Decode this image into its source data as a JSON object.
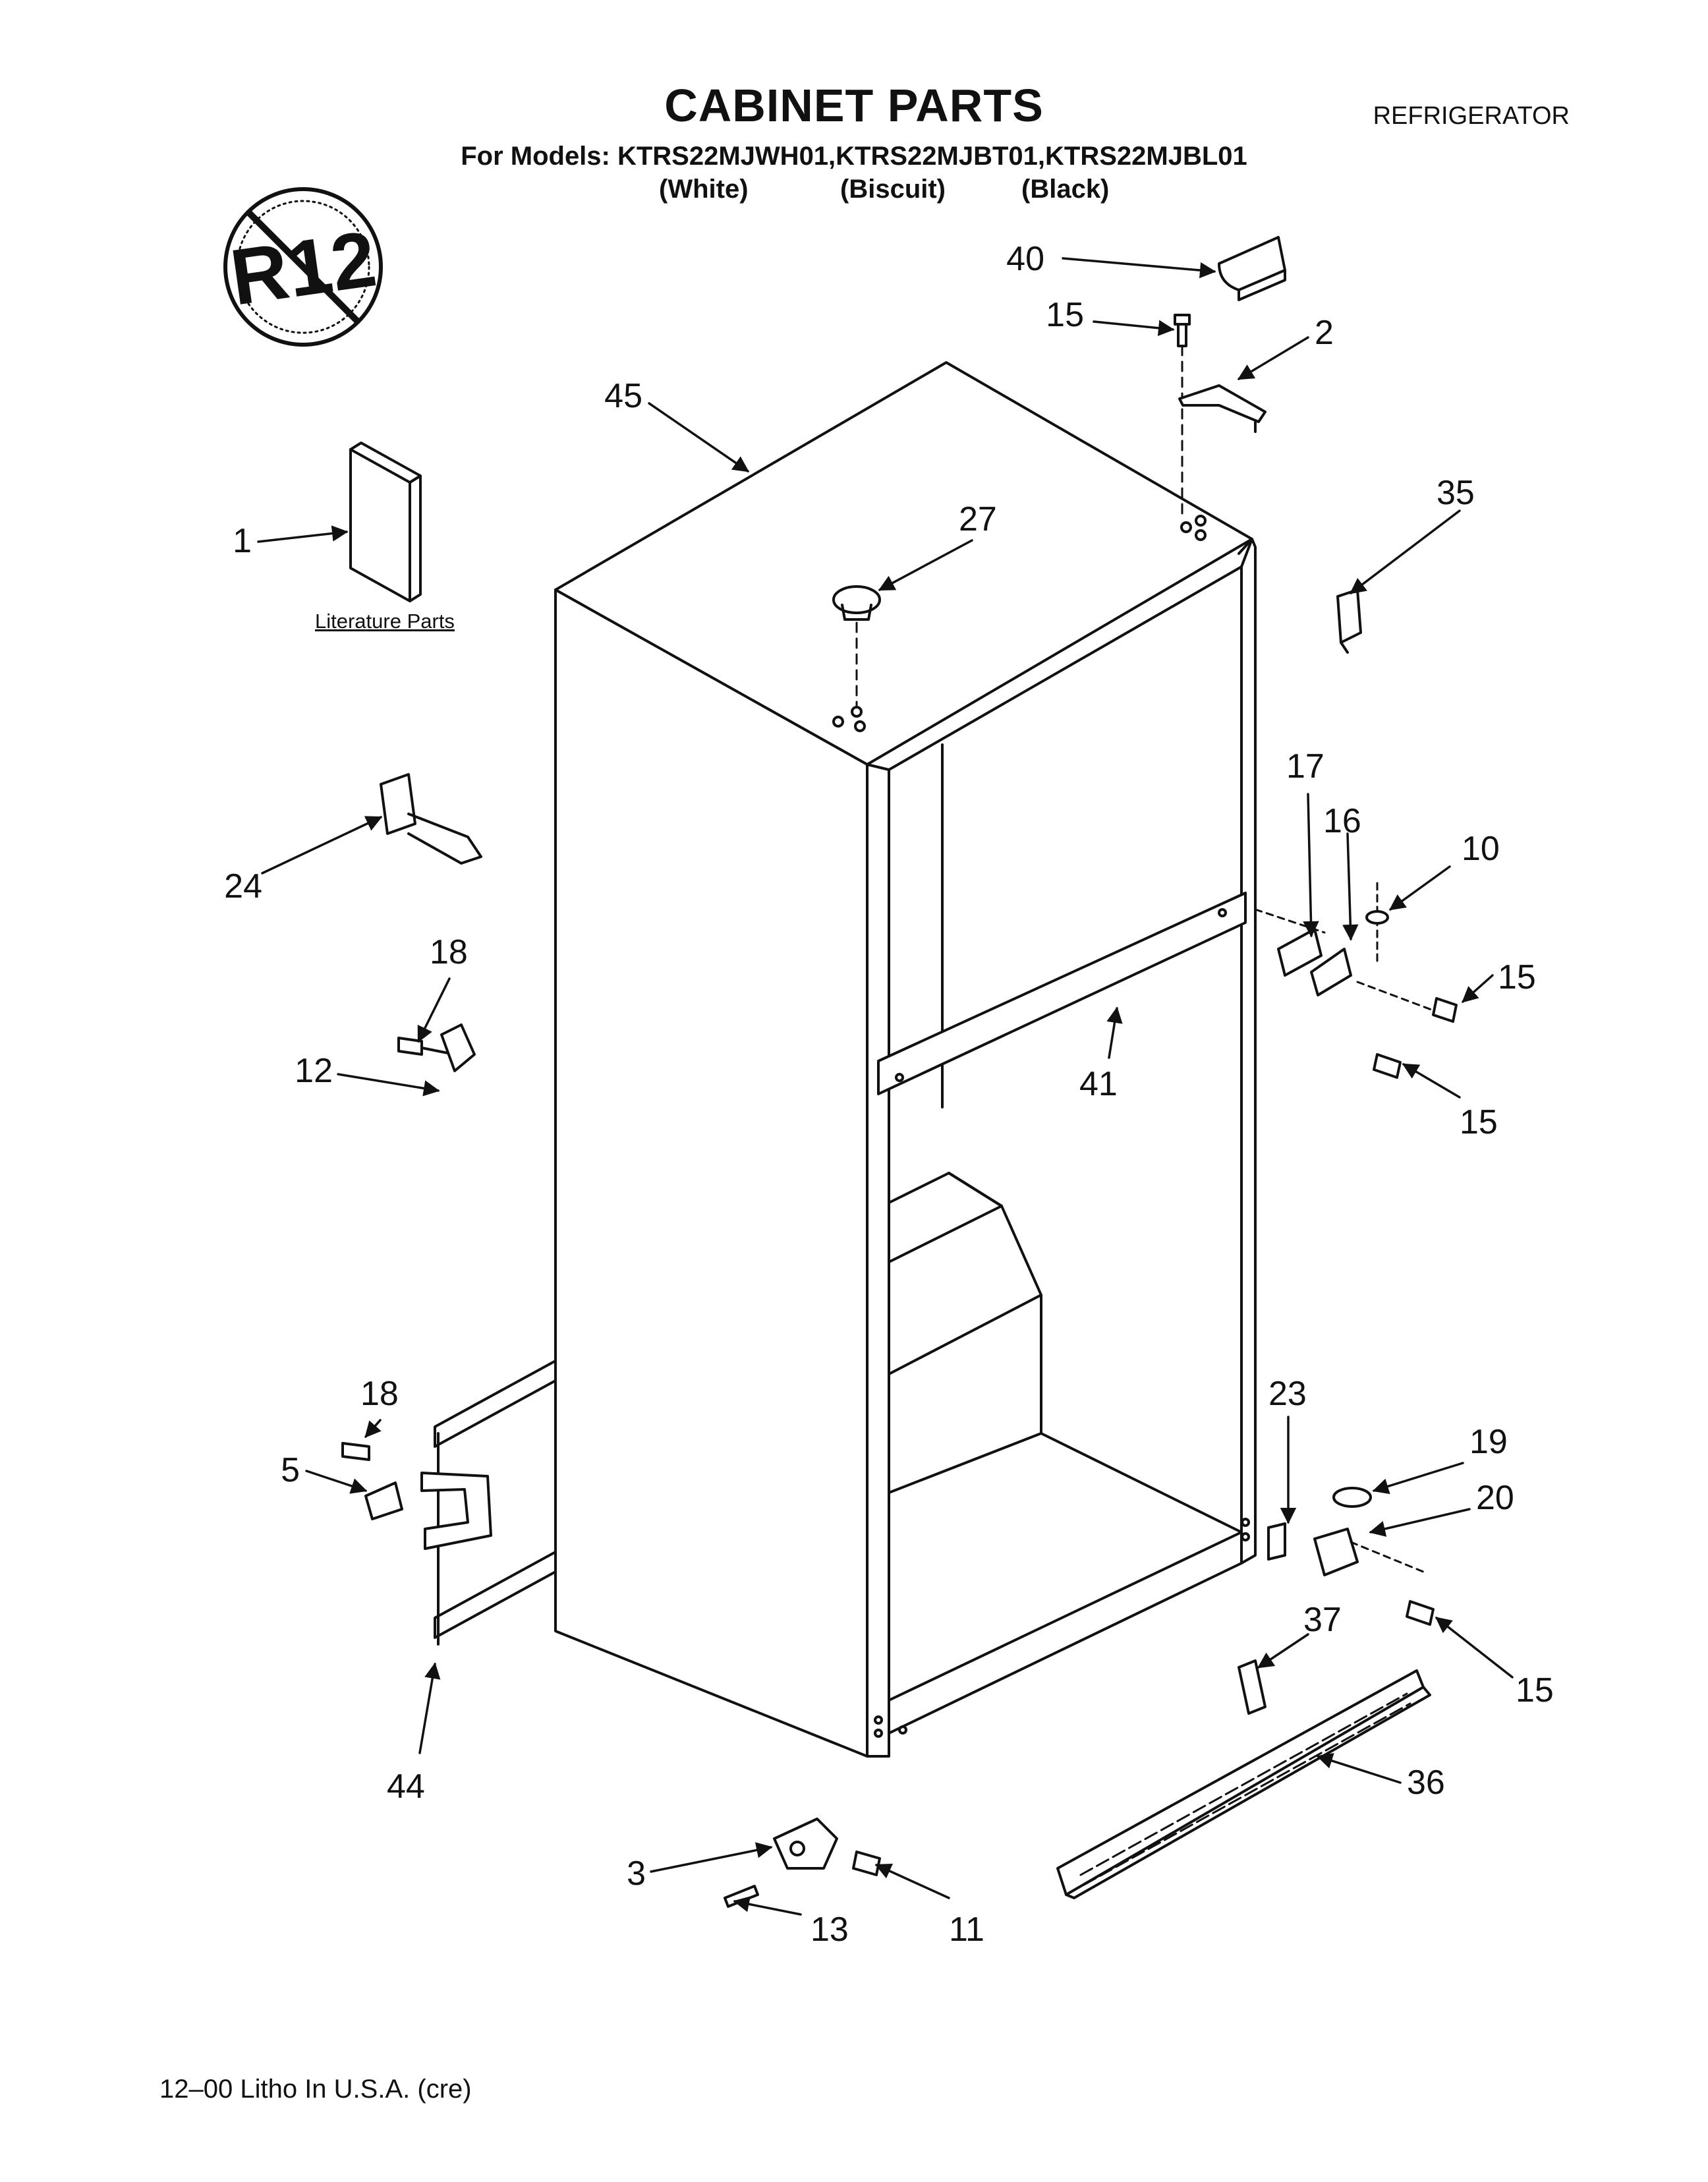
{
  "header": {
    "title": "CABINET PARTS",
    "category": "REFRIGERATOR",
    "models_line": "For Models: KTRS22MJWH01,KTRS22MJBT01,KTRS22MJBL01",
    "colors": [
      "(White)",
      "(Biscuit)",
      "(Black)"
    ]
  },
  "badge": {
    "text": "R12",
    "icon": "no-r12-icon"
  },
  "literature_label": "Literature Parts",
  "callouts": [
    "40",
    "15",
    "2",
    "45",
    "35",
    "1",
    "27",
    "24",
    "17",
    "16",
    "10",
    "15",
    "18",
    "12",
    "41",
    "15",
    "23",
    "18",
    "19",
    "5",
    "20",
    "37",
    "15",
    "44",
    "36",
    "3",
    "13",
    "11"
  ],
  "footer": "12–00 Litho In U.S.A. (cre)"
}
